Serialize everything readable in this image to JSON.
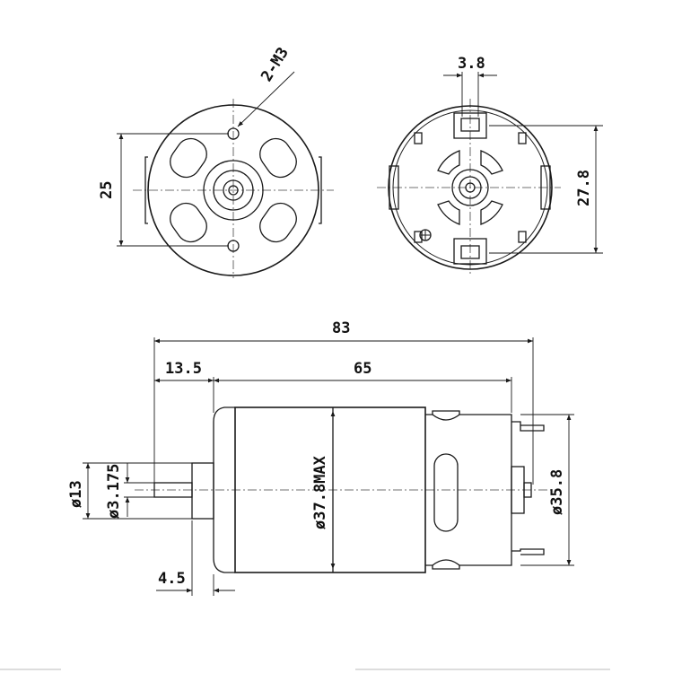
{
  "dimensions": {
    "screw_spec": "2-M3",
    "hole_spacing": "25",
    "terminal_width": "3.8",
    "terminal_spacing": "27.8",
    "overall_length": "83",
    "shaft_length": "13.5",
    "body_length": "65",
    "boss_length": "4.5",
    "boss_diameter": "ø13",
    "shaft_diameter": "ø3.175",
    "body_diameter": "ø37.8MAX",
    "endcap_diameter": "ø35.8"
  }
}
